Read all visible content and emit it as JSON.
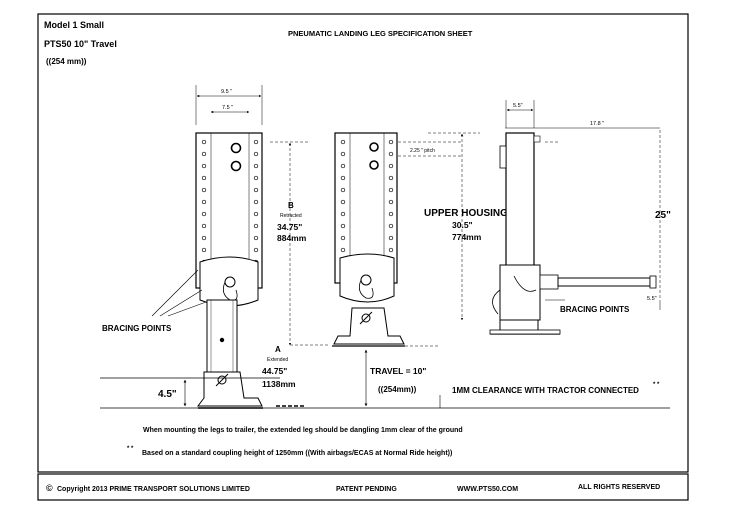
{
  "header": {
    "model": "Model 1 Small",
    "product": "PTS50  10\"   Travel",
    "travel_mm": "((254 mm))",
    "title": "PNEUMATIC LANDING LEG SPECIFICATION SHEET"
  },
  "dimensions": {
    "width_outer": "9.5 \"",
    "width_inner": "7.5 \"",
    "width_side": "5.5\"",
    "overall_depth": "17.8 \"",
    "hole_pitch": "2.25 \" pitch",
    "b_label": "B",
    "b_state": "Retracted",
    "b_inch": "34.75\"",
    "b_mm": "884mm",
    "a_label": "A",
    "a_state": "Extended",
    "a_inch": "44.75\"",
    "a_mm": "1138mm",
    "upper_housing_label": "UPPER HOUSING",
    "upper_housing_inch": "30.5\"",
    "upper_housing_mm": "774mm",
    "travel": "TRAVEL = 10\"",
    "travel_mm": "((254mm))",
    "foot_height": "4.5\"",
    "housing_height": "25\"",
    "shaft_offset": "5.5\""
  },
  "labels": {
    "bracing_left": "BRACING POINTS",
    "bracing_right": "BRACING POINTS",
    "clearance": "1MM CLEARANCE WITH TRACTOR CONNECTED",
    "clearance_mark": "* *"
  },
  "notes": {
    "mounting": "When mounting the legs to trailer, the extended leg should be dangling 1mm clear of the ground",
    "coupling_mark": "* *",
    "coupling": "Based on a standard coupling height of 1250mm    ((With airbags/ECAS at Normal Ride height))"
  },
  "footer": {
    "copyright_symbol": "©",
    "copyright": "Copyright  2013   PRIME TRANSPORT SOLUTIONS LIMITED",
    "patent": "PATENT PENDING",
    "website": "WWW.PTS50.COM",
    "rights": "ALL RIGHTS RESERVED"
  }
}
